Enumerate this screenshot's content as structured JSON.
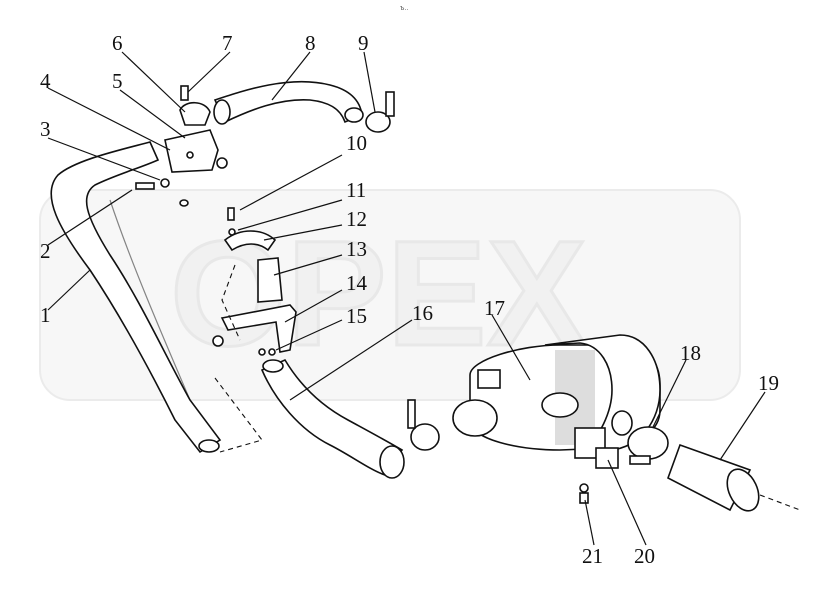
{
  "header": {
    "mark": "ъ.."
  },
  "watermark": {
    "text": "OPEX",
    "color": "#ececec"
  },
  "callouts": [
    "1",
    "2",
    "3",
    "4",
    "5",
    "6",
    "7",
    "8",
    "9",
    "10",
    "11",
    "12",
    "13",
    "14",
    "15",
    "16",
    "17",
    "18",
    "19",
    "20",
    "21"
  ]
}
